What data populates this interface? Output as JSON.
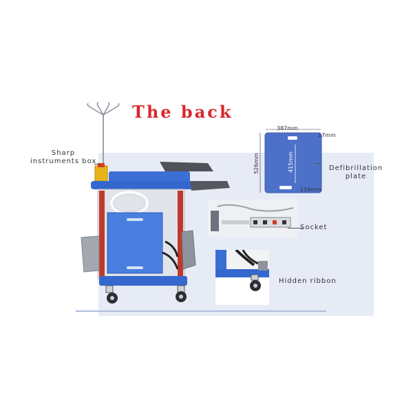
{
  "title": "The back",
  "callouts": {
    "sharp_box": [
      "Sharp",
      "instruments box"
    ],
    "defib_plate": [
      "Defibrillation",
      "plate"
    ],
    "socket": "Socket",
    "hidden_ribbon": "Hidden ribbon"
  },
  "plate_dimensions": {
    "width": "387mm",
    "thickness": "17mm",
    "height": "526mm",
    "inner_height": "415mm",
    "handle_width": "116mm"
  },
  "colors": {
    "title": "#d9272e",
    "panel": "#e7ebf5",
    "cart_blue": "#3b6fd6",
    "plate_blue": "#4d70c9"
  }
}
